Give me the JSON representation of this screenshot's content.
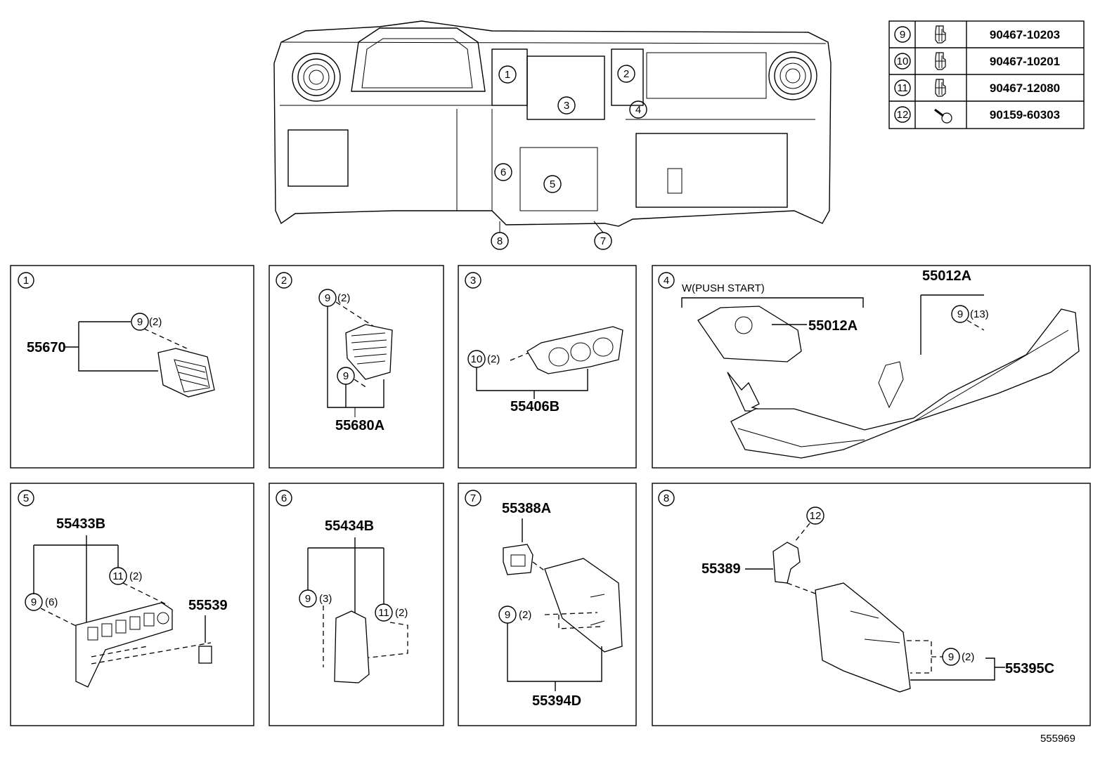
{
  "diagram_id": "555969",
  "fastener_table": [
    {
      "ref": "9",
      "part_no": "90467-10203"
    },
    {
      "ref": "10",
      "part_no": "90467-10201"
    },
    {
      "ref": "11",
      "part_no": "90467-12080"
    },
    {
      "ref": "12",
      "part_no": "90159-60303"
    }
  ],
  "overview_callouts": [
    "1",
    "2",
    "3",
    "4",
    "5",
    "6",
    "7",
    "8"
  ],
  "panels": [
    {
      "no": "1",
      "parts": [
        "55670"
      ],
      "callouts": [
        {
          "ref": "9",
          "qty": "(2)"
        }
      ]
    },
    {
      "no": "2",
      "parts": [
        "55680A"
      ],
      "callouts": [
        {
          "ref": "9",
          "qty": "(2)"
        },
        {
          "ref": "9",
          "qty": ""
        }
      ]
    },
    {
      "no": "3",
      "parts": [
        "55406B"
      ],
      "callouts": [
        {
          "ref": "10",
          "qty": "(2)"
        }
      ]
    },
    {
      "no": "4",
      "parts": [
        "55012A",
        "55012A"
      ],
      "note": "W(PUSH  START)",
      "callouts": [
        {
          "ref": "9",
          "qty": "(13)"
        }
      ]
    },
    {
      "no": "5",
      "parts": [
        "55433B",
        "55539"
      ],
      "callouts": [
        {
          "ref": "11",
          "qty": "(2)"
        },
        {
          "ref": "9",
          "qty": "(6)"
        }
      ]
    },
    {
      "no": "6",
      "parts": [
        "55434B"
      ],
      "callouts": [
        {
          "ref": "9",
          "qty": "(3)"
        },
        {
          "ref": "11",
          "qty": "(2)"
        }
      ]
    },
    {
      "no": "7",
      "parts": [
        "55388A",
        "55394D"
      ],
      "callouts": [
        {
          "ref": "9",
          "qty": "(2)"
        }
      ]
    },
    {
      "no": "8",
      "parts": [
        "55389",
        "55395C"
      ],
      "callouts": [
        {
          "ref": "12",
          "qty": ""
        },
        {
          "ref": "9",
          "qty": "(2)"
        }
      ]
    }
  ]
}
